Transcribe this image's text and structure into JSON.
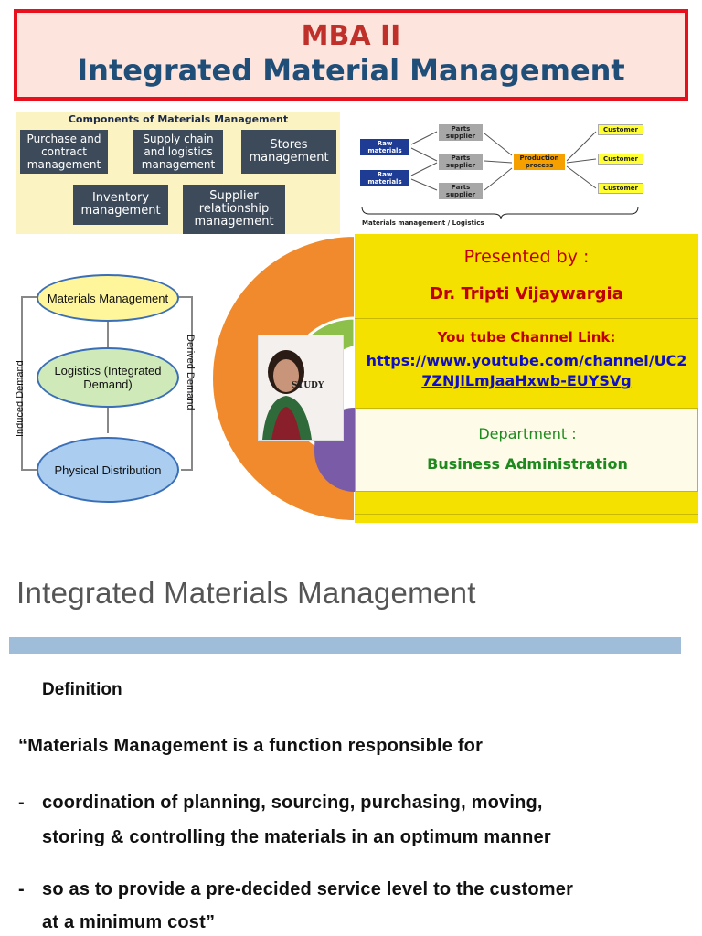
{
  "title": {
    "line1": "MBA II",
    "line2": "Integrated Material Management"
  },
  "components_panel": {
    "title": "Components of Materials Management",
    "items": [
      "Purchase and contract management",
      "Supply chain and logistics management",
      "Stores management",
      "Inventory management",
      "Supplier relationship management"
    ]
  },
  "flow_diagram": {
    "raw_materials": [
      "Raw materials",
      "Raw materials"
    ],
    "parts_suppliers": [
      "Parts supplier",
      "Parts supplier",
      "Parts supplier"
    ],
    "production": "Production process",
    "customers": [
      "Customer",
      "Customer",
      "Customer"
    ],
    "caption": "Materials management / Logistics"
  },
  "hierarchy": {
    "top": "Materials Management",
    "middle": "Logistics (Integrated Demand)",
    "bottom": "Physical Distribution",
    "left_label": "Induced Demand",
    "right_label": "Derived Demand"
  },
  "photo": {
    "overlay_text": "STUDY"
  },
  "presenter": {
    "label": "Presented by :",
    "name": "Dr. Tripti Vijaywargia",
    "youtube_label": "You tube Channel Link:",
    "youtube_link": "https://www.youtube.com/channel/UC27ZNJlLmJaaHxwb-EUYSVg",
    "department_label": "Department :",
    "department": "Business Administration"
  },
  "section": {
    "heading": "Integrated Materials Management",
    "definition_label": "Definition",
    "quote_line": "“Materials Management is a function responsible for",
    "bullet_dash": "-",
    "bullet1_line1": "coordination of planning, sourcing, purchasing, moving,",
    "bullet1_line2": "storing & controlling the materials in an optimum manner",
    "bullet2_line1": "so as to provide a pre-decided service level to the customer",
    "bullet2_line2": "at a minimum cost”"
  },
  "colors": {
    "title_border": "#e8101c",
    "title_bg": "#fde4dc",
    "title_red": "#c0302a",
    "title_blue": "#1f4e79",
    "panel_yellow": "#f4e100",
    "accent_orange": "#f08a2c",
    "accent_green": "#8cc04a",
    "accent_purple": "#7a5ba8",
    "link_blue": "#1010c0",
    "dept_green": "#1e8a1e",
    "bar_blue": "#9fbcd8"
  }
}
